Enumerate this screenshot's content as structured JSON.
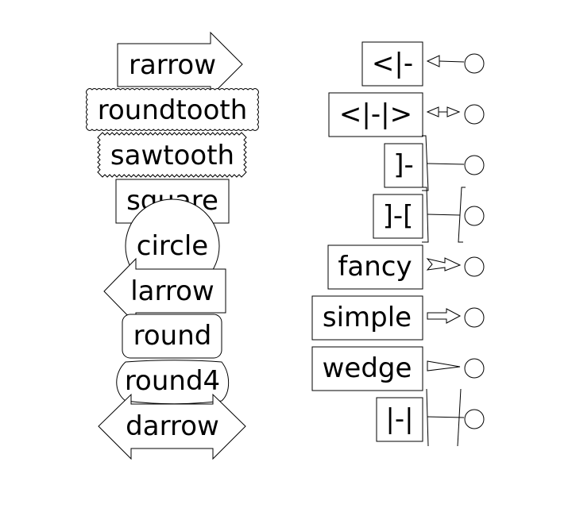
{
  "box_styles": [
    {
      "id": "rarrow",
      "label": "rarrow"
    },
    {
      "id": "roundtooth",
      "label": "roundtooth"
    },
    {
      "id": "sawtooth",
      "label": "sawtooth"
    },
    {
      "id": "square",
      "label": "square"
    },
    {
      "id": "circle",
      "label": "circle"
    },
    {
      "id": "larrow",
      "label": "larrow"
    },
    {
      "id": "round",
      "label": "round"
    },
    {
      "id": "round4",
      "label": "round4"
    },
    {
      "id": "darrow",
      "label": "darrow"
    }
  ],
  "arrow_styles": [
    {
      "id": "arrow-hollow-left",
      "label": "<|-"
    },
    {
      "id": "arrow-hollow-both",
      "label": "<|-|>"
    },
    {
      "id": "bracket-b",
      "label": "]-"
    },
    {
      "id": "bracket-ab",
      "label": "]-["
    },
    {
      "id": "fancy",
      "label": "fancy"
    },
    {
      "id": "simple",
      "label": "simple"
    },
    {
      "id": "wedge",
      "label": "wedge"
    },
    {
      "id": "bar",
      "label": "|-|"
    }
  ],
  "colors": {
    "stroke": "#000000",
    "fill": "#ffffff"
  }
}
